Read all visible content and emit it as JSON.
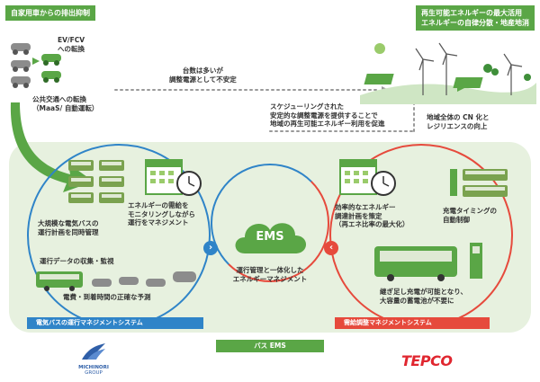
{
  "headers": {
    "left": "自家用車からの排出抑制",
    "right_line1": "再生可能エネルギーの最大活用",
    "right_line2": "エネルギーの自律分散・地産地消"
  },
  "top_left": {
    "evfcv_line1": "EV/FCV",
    "evfcv_line2": "への転換",
    "transit_line1": "公共交通への転換",
    "transit_line2": "（MaaS/ 自動運転）"
  },
  "middle": {
    "unstable_line1": "台数は多いが",
    "unstable_line2": "調整電源として不安定",
    "sched_line1": "スケジューリングされた",
    "sched_line2": "安定的な調整電源を提供することで",
    "sched_line3": "地域の再生可能エネルギー利用を促進"
  },
  "top_right": {
    "cn_line1": "地域全体の CN 化と",
    "cn_line2": "レジリエンスの向上"
  },
  "left_system": {
    "monitor_line1": "エネルギーの需給を",
    "monitor_line2": "モニタリングしながら",
    "monitor_line3": "運行をマネジメント",
    "large_line1": "大規模な電気バスの",
    "large_line2": "運行計画を同時管理",
    "collect": "運行データの収集・監視",
    "predict": "電費・到着時間の正確な予測",
    "bar_label": "電気バスの運行マネジメントシステム"
  },
  "center": {
    "ems": "EMS",
    "mgmt_line1": "運行管理と一体化した",
    "mgmt_line2": "エネルギーマネジメント",
    "bus_ems": "バス EMS"
  },
  "right_system": {
    "efficient_line1": "効率的なエネルギー",
    "efficient_line2": "調達計画を策定",
    "efficient_line3": "（再エネ比率の最大化）",
    "timing_line1": "充電タイミングの",
    "timing_line2": "自動制御",
    "storage_line1": "継ぎ足し充電が可能となり、",
    "storage_line2": "大容量の蓄電池が不要に",
    "bar_label": "需給調整マネジメントシステム"
  },
  "logos": {
    "michinori_line1": "MICHINORI",
    "michinori_line2": "GROUP",
    "tepco": "TEPCO"
  },
  "colors": {
    "green": "#5aa646",
    "blue": "#2f84c8",
    "red": "#e64a3c",
    "panel": "#e7f1df",
    "dark_green": "#3f8f3a"
  }
}
